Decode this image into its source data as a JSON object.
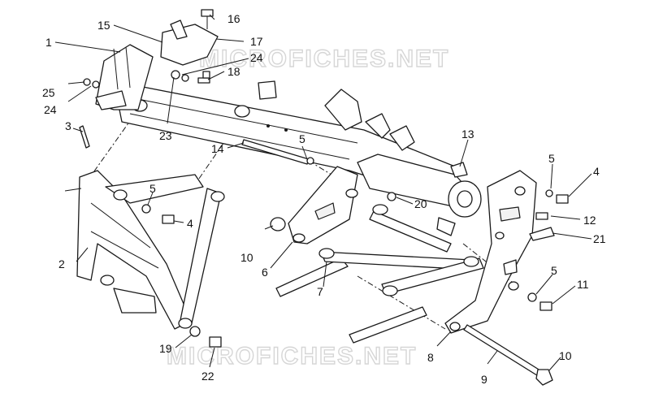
{
  "watermarks": [
    "MICROFICHES.NET",
    "MICROFICHES.NET"
  ],
  "callouts": {
    "c1": "1",
    "c2": "2",
    "c3": "3",
    "c4a": "4",
    "c4b": "4",
    "c5a": "5",
    "c5b": "5",
    "c5c": "5",
    "c5d": "5",
    "c6": "6",
    "c7": "7",
    "c8": "8",
    "c9": "9",
    "c10a": "10",
    "c10b": "10",
    "c11": "11",
    "c12": "12",
    "c13": "13",
    "c14": "14",
    "c15": "15",
    "c16": "16",
    "c17": "17",
    "c18": "18",
    "c19": "19",
    "c20": "20",
    "c21": "21",
    "c22": "22",
    "c23": "23",
    "c24a": "24",
    "c24b": "24",
    "c25": "25"
  }
}
